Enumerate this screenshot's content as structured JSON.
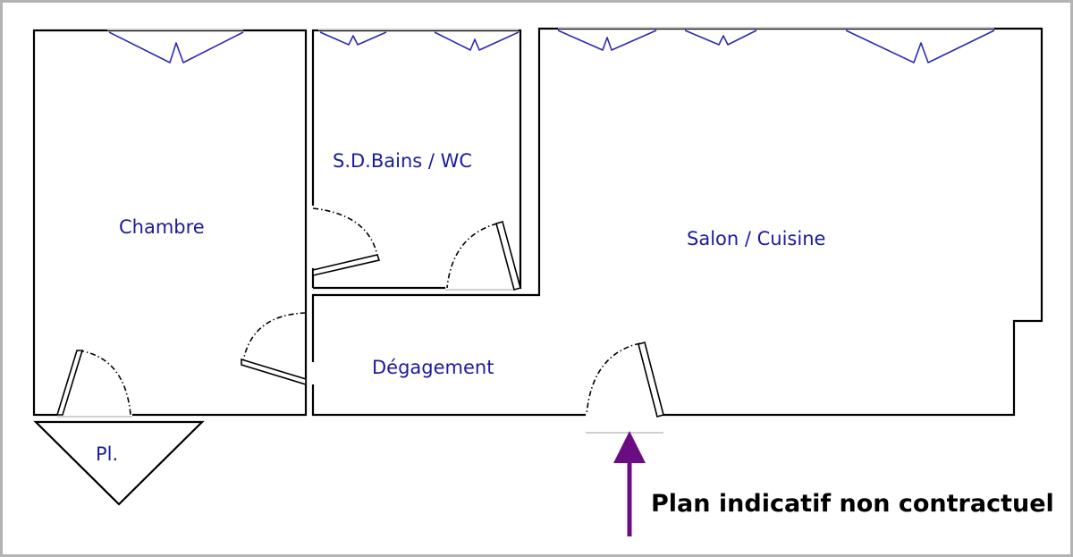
{
  "rooms": {
    "bedroom": "Chambre",
    "bathroom": "S.D.Bains / WC",
    "living_kitchen": "Salon / Cuisine",
    "hallway": "Dégagement",
    "closet": "Pl."
  },
  "caption": "Plan indicatif non contractuel",
  "colors": {
    "walls": "#000000",
    "room_labels": "#1b1b9e",
    "window_marks": "#2a2ab0",
    "entrance_arrow": "#6a0d83"
  },
  "icons": {
    "entrance": "arrow-up-icon"
  }
}
